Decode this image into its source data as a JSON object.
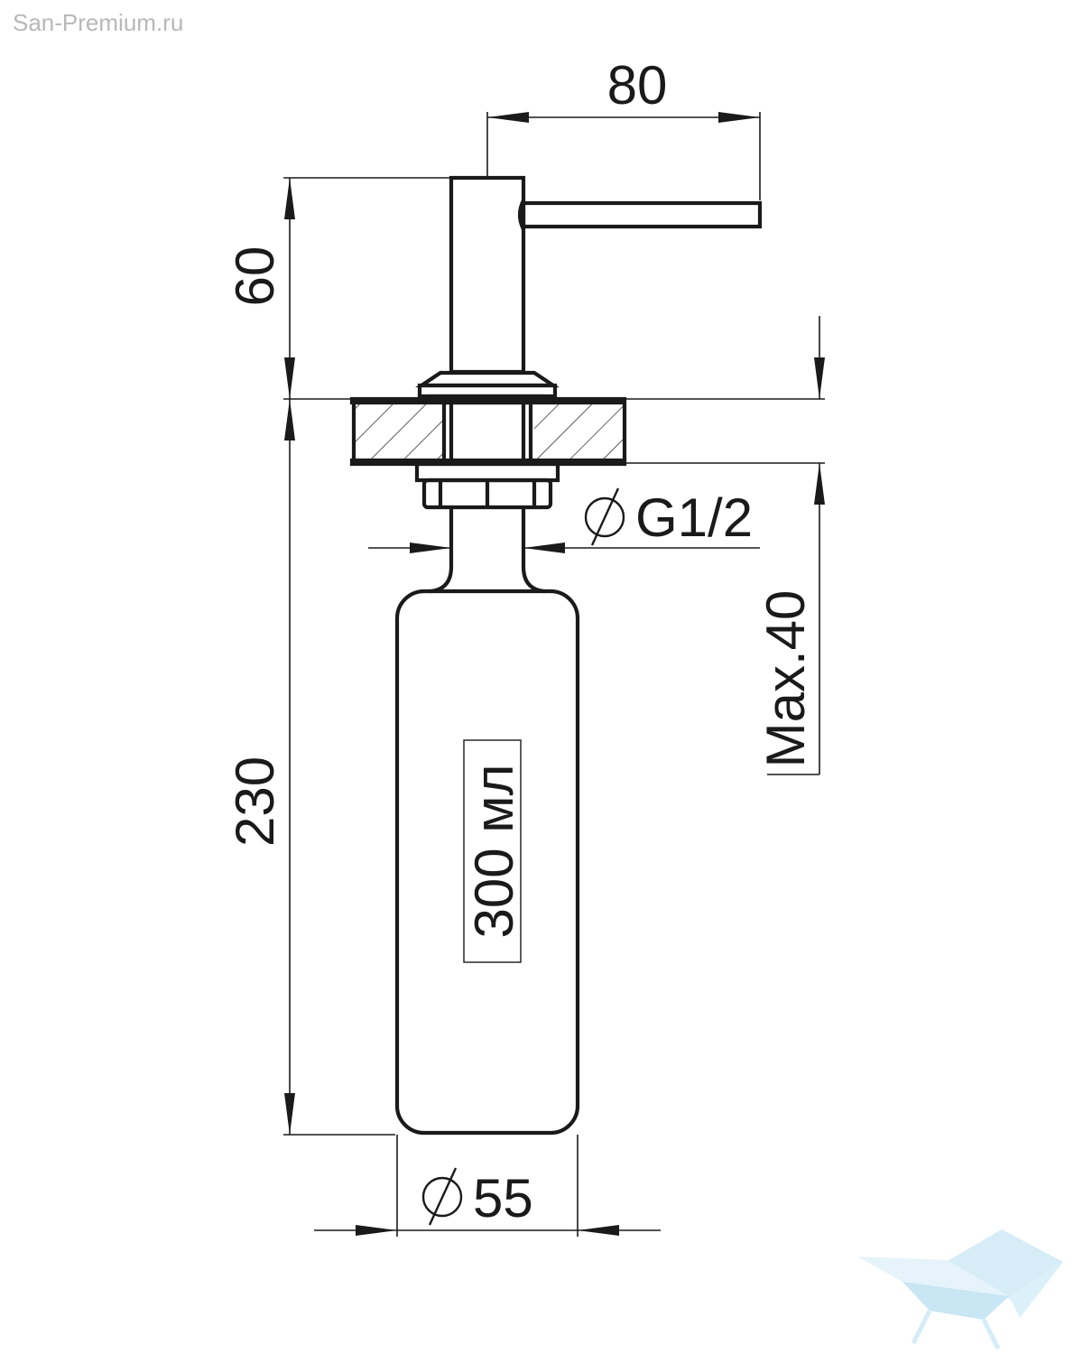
{
  "watermark": "San-Premium.ru",
  "dimensions": {
    "spout_length": "80",
    "head_height": "60",
    "total_height": "230",
    "max_countertop": "Max.40",
    "thread": "G1/2",
    "bottle_diameter": "55"
  },
  "bottle_capacity": "300 мл",
  "colors": {
    "line": "#1a1a1a",
    "watermark": "#b8b8b8",
    "logo": "#a8d8ee"
  }
}
